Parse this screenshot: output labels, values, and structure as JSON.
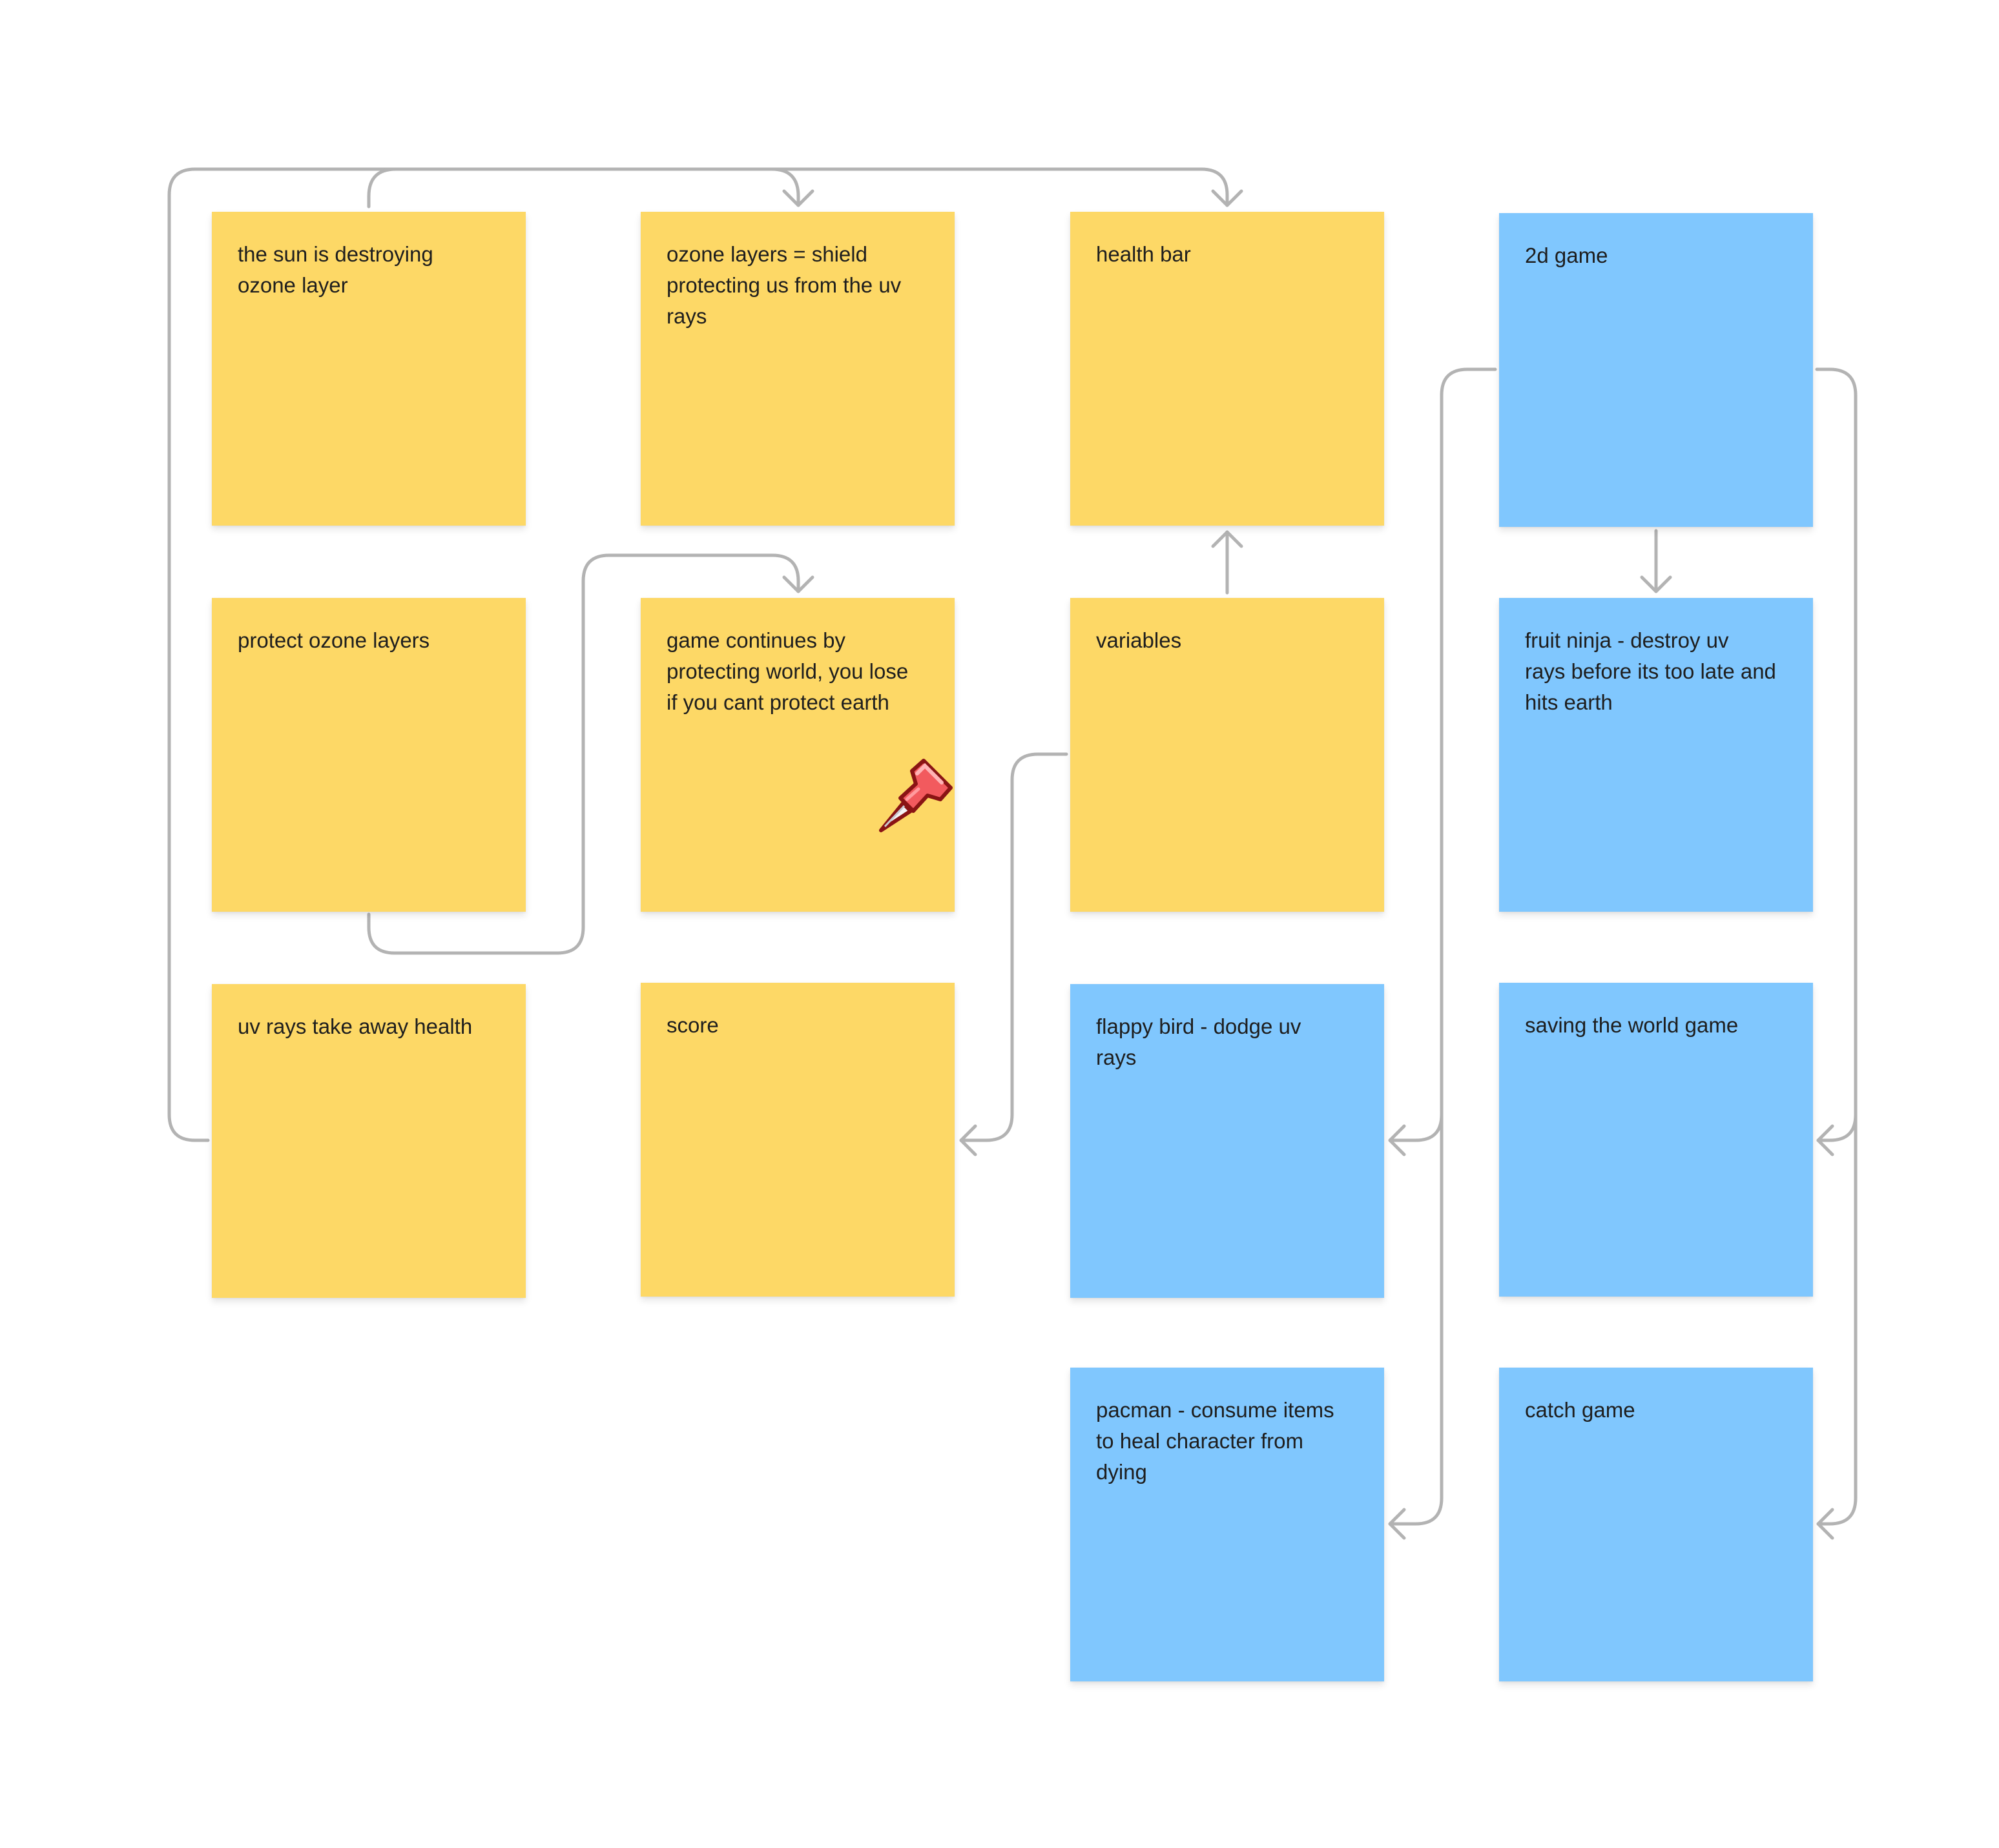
{
  "colors": {
    "yellow_note": "#fdd866",
    "blue_note": "#80c7fe",
    "connector": "#b3b3b3",
    "text": "#1e1e1e"
  },
  "notes": {
    "sun": "the sun is destroying\nozone layer",
    "ozone": "ozone layers = shield\nprotecting us from the uv\nrays",
    "health": "health bar",
    "game2d": "2d game",
    "protect": "protect ozone layers",
    "continues": "game continues by\nprotecting world, you lose\nif you cant protect earth",
    "variables": "variables",
    "fruit": "fruit ninja - destroy uv\nrays before its too late and\nhits earth",
    "uv": "uv rays take away health",
    "score": "score",
    "flappy": "flappy bird - dodge uv\nrays",
    "saving": "saving the world game",
    "pacman": "pacman - consume items\nto heal character from\ndying",
    "catch": "catch game"
  },
  "stickers": {
    "pin_icon": "pushpin-icon"
  }
}
